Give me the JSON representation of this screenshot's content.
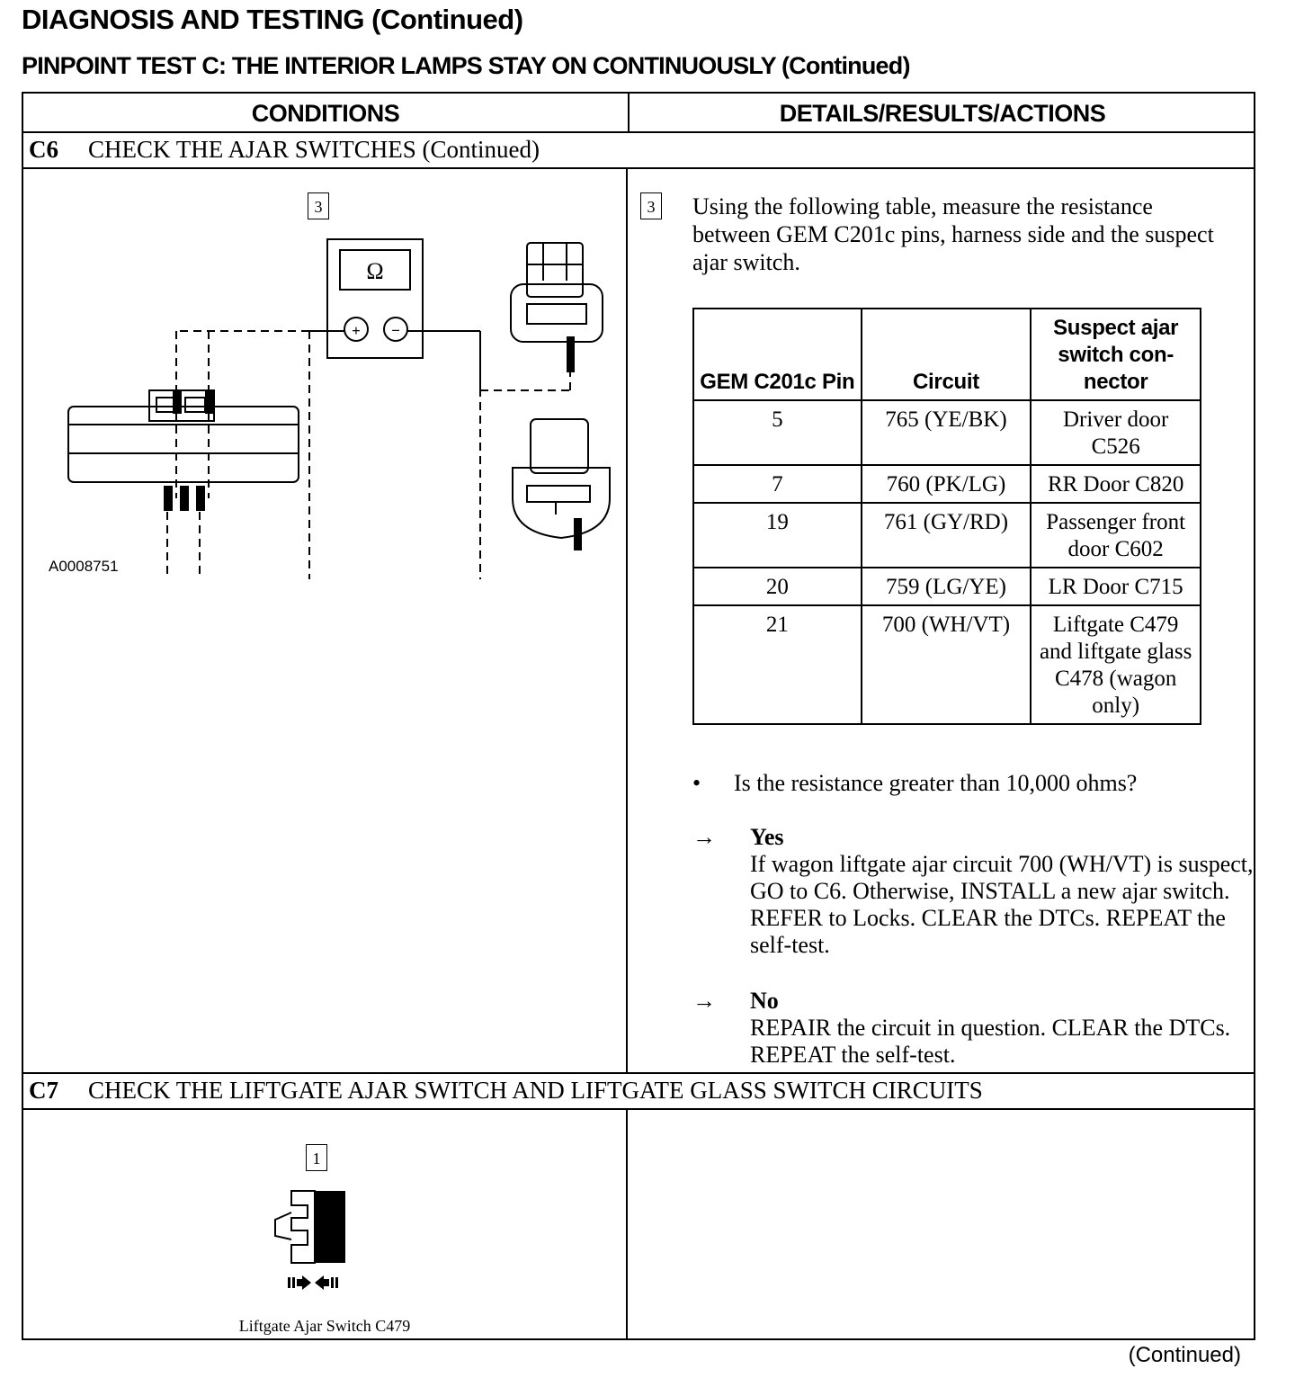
{
  "page": {
    "title": "DIAGNOSIS AND TESTING (Continued)",
    "test_title": "PINPOINT TEST C:  THE INTERIOR LAMPS STAY ON CONTINUOUSLY (Continued)",
    "footer": "(Continued)"
  },
  "table": {
    "col_conditions": "CONDITIONS",
    "col_details": "DETAILS/RESULTS/ACTIONS"
  },
  "c6": {
    "num": "C6",
    "title": "CHECK THE AJAR SWITCHES (Continued)",
    "step_marker": "3",
    "meter_symbol": "Ω",
    "meter_plus": "+",
    "meter_minus": "−",
    "diagram_label": "A0008751",
    "instruction": "Using the following table, measure the resistance between GEM C201c pins, harness side and the suspect ajar switch.",
    "resistance_table": {
      "headers": [
        "GEM C201c Pin",
        "Circuit",
        "Suspect ajar switch con-nector"
      ],
      "rows": [
        [
          "5",
          "765 (YE/BK)",
          "Driver door C526"
        ],
        [
          "7",
          "760 (PK/LG)",
          "RR Door C820"
        ],
        [
          "19",
          "761 (GY/RD)",
          "Passenger front door C602"
        ],
        [
          "20",
          "759 (LG/YE)",
          "LR Door C715"
        ],
        [
          "21",
          "700 (WH/VT)",
          "Liftgate C479 and liftgate glass C478 (wagon only)"
        ]
      ]
    },
    "bullet": "•",
    "question": "Is the resistance greater than 10,000 ohms?",
    "arrow": "→",
    "yes_label": "Yes",
    "yes_text": "If wagon liftgate ajar circuit 700 (WH/VT) is suspect, GO to C6. Otherwise, INSTALL a new ajar switch. REFER to  Locks. CLEAR the DTCs. REPEAT the  self-test.",
    "no_label": "No",
    "no_text": "REPAIR the circuit in question. CLEAR the DTCs. REPEAT the self-test."
  },
  "c7": {
    "num": "C7",
    "title": "CHECK THE LIFTGATE AJAR SWITCH AND LIFTGATE GLASS SWITCH CIRCUITS",
    "step_marker": "1",
    "switch_label": "Liftgate Ajar Switch C479"
  }
}
